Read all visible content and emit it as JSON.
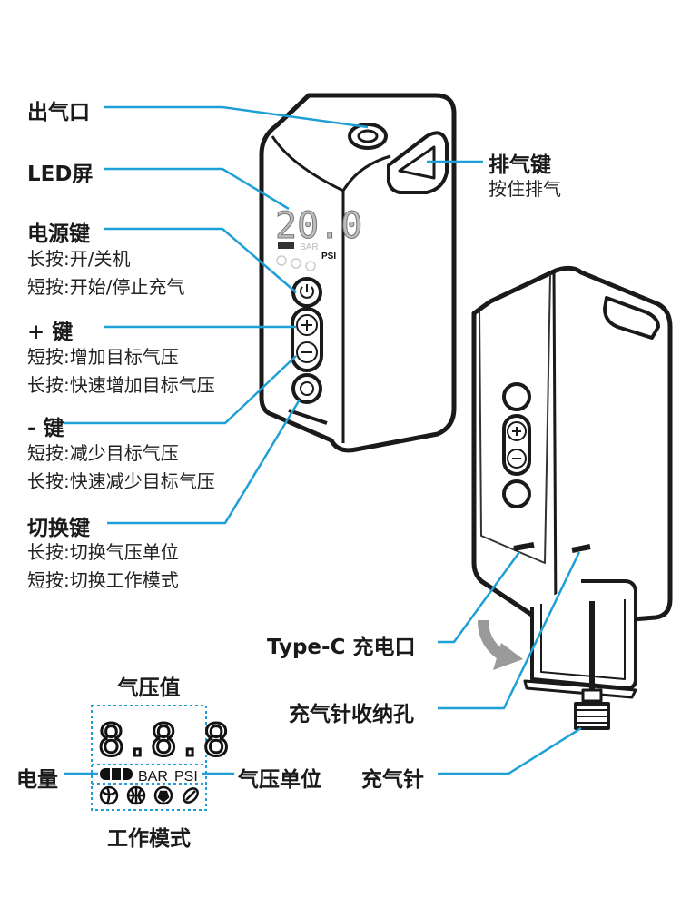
{
  "callouts": {
    "outlet": {
      "title": "出气口"
    },
    "led": {
      "title": "LED屏"
    },
    "power": {
      "title": "电源键",
      "lines": [
        "长按:开/关机",
        "短按:开始/停止充气"
      ]
    },
    "plus": {
      "title": "+ 键",
      "lines": [
        "短按:增加目标气压",
        "长按:快速增加目标气压"
      ]
    },
    "minus": {
      "title": "- 键",
      "lines": [
        "短按:减少目标气压",
        "长按:快速减少目标气压"
      ]
    },
    "switch": {
      "title": "切换键",
      "lines": [
        "长按:切换气压单位",
        "短按:切换工作模式"
      ]
    },
    "deflate": {
      "title": "排气键",
      "lines": [
        "按住排气"
      ]
    },
    "typec": {
      "title": "Type-C 充电口"
    },
    "needle_slot": {
      "title": "充气针收纳孔"
    },
    "needle": {
      "title": "充气针"
    }
  },
  "display_legend": {
    "pressure_value": "气压值",
    "battery": "电量",
    "unit": "气压单位",
    "mode": "工作模式",
    "digits": "8.8.8",
    "unit_bar": "BAR",
    "unit_psi": "PSI"
  },
  "device_screen": {
    "reading": "20.0",
    "unit_bar": "BAR",
    "unit_psi": "PSI"
  },
  "colors": {
    "leader": "#1e9fd6",
    "outline": "#1a1a1a",
    "arrow": "#9a9a9a"
  }
}
